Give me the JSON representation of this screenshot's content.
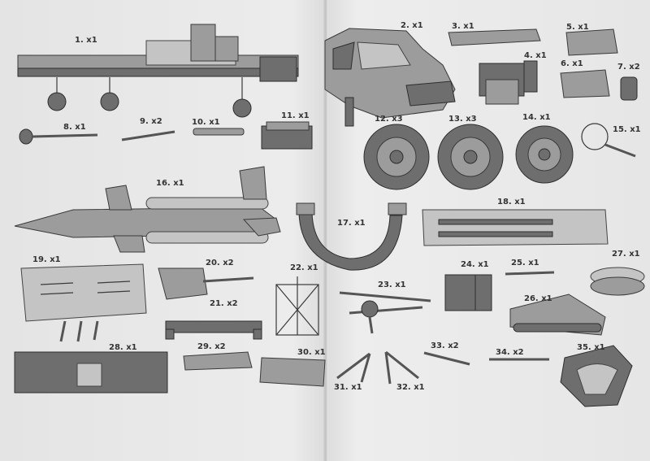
{
  "parts": [
    {
      "label": "1. x1",
      "name": "chassis"
    },
    {
      "label": "2. x1",
      "name": "cab"
    },
    {
      "label": "3. x1",
      "name": "dashboard"
    },
    {
      "label": "4. x1",
      "name": "engine"
    },
    {
      "label": "5. x1",
      "name": "fender-left"
    },
    {
      "label": "6. x1",
      "name": "fender-right"
    },
    {
      "label": "7. x2",
      "name": "mudflap"
    },
    {
      "label": "8. x1",
      "name": "mirror-arm"
    },
    {
      "label": "9. x2",
      "name": "wiper"
    },
    {
      "label": "10. x1",
      "name": "exhaust-pipe"
    },
    {
      "label": "11. x1",
      "name": "battery-box"
    },
    {
      "label": "12. x3",
      "name": "wheel-a"
    },
    {
      "label": "13. x3",
      "name": "wheel-b"
    },
    {
      "label": "14. x1",
      "name": "wheel-c"
    },
    {
      "label": "15. x1",
      "name": "steering-wheel"
    },
    {
      "label": "16. x1",
      "name": "missile"
    },
    {
      "label": "17. x1",
      "name": "ring-cradle"
    },
    {
      "label": "18. x1",
      "name": "launch-platform"
    },
    {
      "label": "19. x1",
      "name": "launcher-plate"
    },
    {
      "label": "20. x2",
      "name": "drawbar"
    },
    {
      "label": "21. x2",
      "name": "support-beam"
    },
    {
      "label": "22. x1",
      "name": "lattice-stand"
    },
    {
      "label": "23. x1",
      "name": "lift-mechanism"
    },
    {
      "label": "24. x1",
      "name": "equipment-box"
    },
    {
      "label": "25. x1",
      "name": "rod"
    },
    {
      "label": "26. x1",
      "name": "track-assembly"
    },
    {
      "label": "27. x1",
      "name": "ring"
    },
    {
      "label": "28. x1",
      "name": "container"
    },
    {
      "label": "29. x2",
      "name": "small-plate"
    },
    {
      "label": "30. x1",
      "name": "tail-plate"
    },
    {
      "label": "31. x1",
      "name": "strut-left"
    },
    {
      "label": "32. x1",
      "name": "strut-right"
    },
    {
      "label": "33. x2",
      "name": "long-rod"
    },
    {
      "label": "34. x2",
      "name": "thin-rod"
    },
    {
      "label": "35. x1",
      "name": "cage"
    }
  ]
}
